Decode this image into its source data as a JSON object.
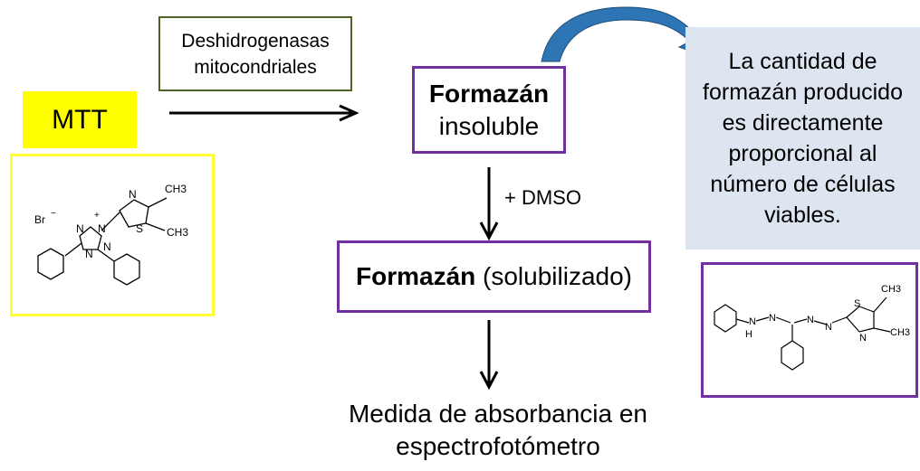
{
  "mtt": {
    "label": "MTT"
  },
  "enzyme": {
    "line1": "Deshidrogenasas",
    "line2": "mitocondriales"
  },
  "formazan_insoluble": {
    "title": "Formazán",
    "subtitle": "insoluble"
  },
  "dmso": {
    "label": "+ DMSO"
  },
  "formazan_soluble": {
    "title": "Formazán",
    "subtitle": "(solubilizado)"
  },
  "result": {
    "line1": "Medida de absorbancia en",
    "line2": "espectrofotómetro"
  },
  "info": {
    "lines": [
      "La cantidad de",
      "formazán producido",
      "es directamente",
      "proporcional al",
      "número de células",
      "viables."
    ]
  },
  "mtt_structure": {
    "labels": {
      "bromide": "Br",
      "charge": "−",
      "plus": "+",
      "methyl_top": "CH3",
      "methyl_side": "CH3",
      "n": "N",
      "s": "S",
      "n1": "N",
      "n2": "N",
      "n3": "N",
      "n4": "N"
    }
  },
  "formazan_structure": {
    "labels": {
      "methyl_top": "CH3",
      "methyl_side": "CH3",
      "s": "S",
      "n_ring": "N",
      "nh": "N",
      "h": "H",
      "n2": "N",
      "n3": "N",
      "n4": "N"
    }
  },
  "colors": {
    "mtt_fill": "#ffff00",
    "enzyme_border": "#4f6228",
    "formazan_border": "#7030a0",
    "info_fill": "#dde5f0",
    "curved_arrow": "#2e75b6"
  }
}
